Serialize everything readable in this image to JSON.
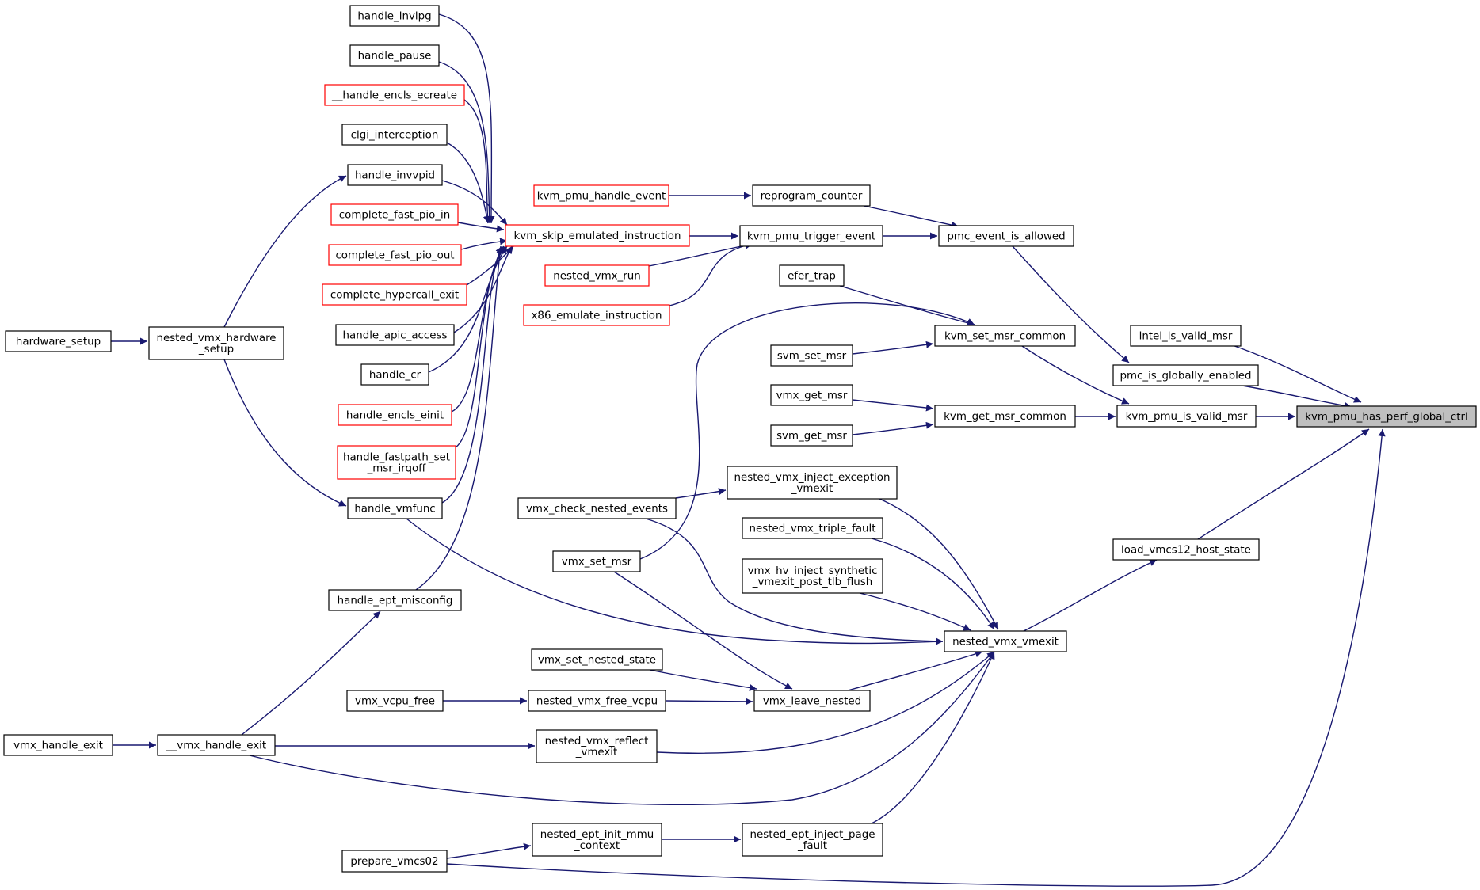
{
  "title": "",
  "colors": {
    "edge": "#191970",
    "node_border": "#000000",
    "linked_node_border": "#ff0000",
    "focus_fill": "#bfbfbf"
  },
  "nodes": [
    {
      "id": "kvm_pmu_has_perf_global_ctrl",
      "lines": [
        "kvm_pmu_has_perf_global_ctrl"
      ],
      "style": "focus"
    },
    {
      "id": "intel_is_valid_msr",
      "lines": [
        "intel_is_valid_msr"
      ],
      "style": "normal"
    },
    {
      "id": "pmc_is_globally_enabled",
      "lines": [
        "pmc_is_globally_enabled"
      ],
      "style": "normal"
    },
    {
      "id": "kvm_pmu_is_valid_msr",
      "lines": [
        "kvm_pmu_is_valid_msr"
      ],
      "style": "normal"
    },
    {
      "id": "load_vmcs12_host_state",
      "lines": [
        "load_vmcs12_host_state"
      ],
      "style": "normal"
    },
    {
      "id": "pmc_event_is_allowed",
      "lines": [
        "pmc_event_is_allowed"
      ],
      "style": "normal"
    },
    {
      "id": "kvm_get_msr_common",
      "lines": [
        "kvm_get_msr_common"
      ],
      "style": "normal"
    },
    {
      "id": "kvm_set_msr_common",
      "lines": [
        "kvm_set_msr_common"
      ],
      "style": "normal"
    },
    {
      "id": "nested_vmx_vmexit",
      "lines": [
        "nested_vmx_vmexit"
      ],
      "style": "normal"
    },
    {
      "id": "reprogram_counter",
      "lines": [
        "reprogram_counter"
      ],
      "style": "normal"
    },
    {
      "id": "kvm_pmu_trigger_event",
      "lines": [
        "kvm_pmu_trigger_event"
      ],
      "style": "normal"
    },
    {
      "id": "efer_trap",
      "lines": [
        "efer_trap"
      ],
      "style": "normal"
    },
    {
      "id": "svm_set_msr",
      "lines": [
        "svm_set_msr"
      ],
      "style": "normal"
    },
    {
      "id": "vmx_get_msr",
      "lines": [
        "vmx_get_msr"
      ],
      "style": "normal"
    },
    {
      "id": "svm_get_msr",
      "lines": [
        "svm_get_msr"
      ],
      "style": "normal"
    },
    {
      "id": "nested_vmx_inject_exception_vmexit",
      "lines": [
        "nested_vmx_inject_exception",
        "_vmexit"
      ],
      "style": "normal"
    },
    {
      "id": "nested_vmx_triple_fault",
      "lines": [
        "nested_vmx_triple_fault"
      ],
      "style": "normal"
    },
    {
      "id": "vmx_hv_inject_synthetic_vmexit_post_tlb_flush",
      "lines": [
        "vmx_hv_inject_synthetic",
        "_vmexit_post_tlb_flush"
      ],
      "style": "normal"
    },
    {
      "id": "vmx_leave_nested",
      "lines": [
        "vmx_leave_nested"
      ],
      "style": "normal"
    },
    {
      "id": "nested_ept_inject_page_fault",
      "lines": [
        "nested_ept_inject_page",
        "_fault"
      ],
      "style": "normal"
    },
    {
      "id": "kvm_pmu_handle_event",
      "lines": [
        "kvm_pmu_handle_event"
      ],
      "style": "red"
    },
    {
      "id": "kvm_skip_emulated_instruction",
      "lines": [
        "kvm_skip_emulated_instruction"
      ],
      "style": "red"
    },
    {
      "id": "nested_vmx_run",
      "lines": [
        "nested_vmx_run"
      ],
      "style": "red"
    },
    {
      "id": "x86_emulate_instruction",
      "lines": [
        "x86_emulate_instruction"
      ],
      "style": "red"
    },
    {
      "id": "vmx_check_nested_events",
      "lines": [
        "vmx_check_nested_events"
      ],
      "style": "normal"
    },
    {
      "id": "vmx_set_msr",
      "lines": [
        "vmx_set_msr"
      ],
      "style": "normal"
    },
    {
      "id": "vmx_set_nested_state",
      "lines": [
        "vmx_set_nested_state"
      ],
      "style": "normal"
    },
    {
      "id": "nested_vmx_free_vcpu",
      "lines": [
        "nested_vmx_free_vcpu"
      ],
      "style": "normal"
    },
    {
      "id": "nested_vmx_reflect_vmexit",
      "lines": [
        "nested_vmx_reflect",
        "_vmexit"
      ],
      "style": "normal"
    },
    {
      "id": "nested_ept_init_mmu_context",
      "lines": [
        "nested_ept_init_mmu",
        "_context"
      ],
      "style": "normal"
    },
    {
      "id": "handle_invlpg",
      "lines": [
        "handle_invlpg"
      ],
      "style": "normal"
    },
    {
      "id": "handle_pause",
      "lines": [
        "handle_pause"
      ],
      "style": "normal"
    },
    {
      "id": "__handle_encls_ecreate",
      "lines": [
        "__handle_encls_ecreate"
      ],
      "style": "red"
    },
    {
      "id": "clgi_interception",
      "lines": [
        "clgi_interception"
      ],
      "style": "normal"
    },
    {
      "id": "handle_invvpid",
      "lines": [
        "handle_invvpid"
      ],
      "style": "normal"
    },
    {
      "id": "complete_fast_pio_in",
      "lines": [
        "complete_fast_pio_in"
      ],
      "style": "red"
    },
    {
      "id": "complete_fast_pio_out",
      "lines": [
        "complete_fast_pio_out"
      ],
      "style": "red"
    },
    {
      "id": "complete_hypercall_exit",
      "lines": [
        "complete_hypercall_exit"
      ],
      "style": "red"
    },
    {
      "id": "handle_apic_access",
      "lines": [
        "handle_apic_access"
      ],
      "style": "normal"
    },
    {
      "id": "handle_cr",
      "lines": [
        "handle_cr"
      ],
      "style": "normal"
    },
    {
      "id": "handle_encls_einit",
      "lines": [
        "handle_encls_einit"
      ],
      "style": "red"
    },
    {
      "id": "handle_fastpath_set_msr_irqoff",
      "lines": [
        "handle_fastpath_set",
        "_msr_irqoff"
      ],
      "style": "red"
    },
    {
      "id": "handle_vmfunc",
      "lines": [
        "handle_vmfunc"
      ],
      "style": "normal"
    },
    {
      "id": "handle_ept_misconfig",
      "lines": [
        "handle_ept_misconfig"
      ],
      "style": "normal"
    },
    {
      "id": "vmx_vcpu_free",
      "lines": [
        "vmx_vcpu_free"
      ],
      "style": "normal"
    },
    {
      "id": "__vmx_handle_exit",
      "lines": [
        "__vmx_handle_exit"
      ],
      "style": "normal"
    },
    {
      "id": "prepare_vmcs02",
      "lines": [
        "prepare_vmcs02"
      ],
      "style": "normal"
    },
    {
      "id": "nested_vmx_hardware_setup",
      "lines": [
        "nested_vmx_hardware",
        "_setup"
      ],
      "style": "normal"
    },
    {
      "id": "hardware_setup",
      "lines": [
        "hardware_setup"
      ],
      "style": "normal"
    },
    {
      "id": "vmx_handle_exit",
      "lines": [
        "vmx_handle_exit"
      ],
      "style": "normal"
    }
  ],
  "edges": [
    [
      "intel_is_valid_msr",
      "kvm_pmu_has_perf_global_ctrl"
    ],
    [
      "pmc_is_globally_enabled",
      "kvm_pmu_has_perf_global_ctrl"
    ],
    [
      "kvm_pmu_is_valid_msr",
      "kvm_pmu_has_perf_global_ctrl"
    ],
    [
      "load_vmcs12_host_state",
      "kvm_pmu_has_perf_global_ctrl"
    ],
    [
      "prepare_vmcs02",
      "kvm_pmu_has_perf_global_ctrl"
    ],
    [
      "pmc_event_is_allowed",
      "pmc_is_globally_enabled"
    ],
    [
      "kvm_get_msr_common",
      "kvm_pmu_is_valid_msr"
    ],
    [
      "kvm_set_msr_common",
      "kvm_pmu_is_valid_msr"
    ],
    [
      "nested_vmx_vmexit",
      "load_vmcs12_host_state"
    ],
    [
      "reprogram_counter",
      "pmc_event_is_allowed"
    ],
    [
      "kvm_pmu_trigger_event",
      "pmc_event_is_allowed"
    ],
    [
      "kvm_pmu_handle_event",
      "reprogram_counter"
    ],
    [
      "kvm_skip_emulated_instruction",
      "kvm_pmu_trigger_event"
    ],
    [
      "nested_vmx_run",
      "kvm_pmu_trigger_event"
    ],
    [
      "x86_emulate_instruction",
      "kvm_pmu_trigger_event"
    ],
    [
      "efer_trap",
      "kvm_set_msr_common"
    ],
    [
      "svm_set_msr",
      "kvm_set_msr_common"
    ],
    [
      "vmx_set_msr",
      "kvm_set_msr_common"
    ],
    [
      "vmx_get_msr",
      "kvm_get_msr_common"
    ],
    [
      "svm_get_msr",
      "kvm_get_msr_common"
    ],
    [
      "nested_vmx_inject_exception_vmexit",
      "nested_vmx_vmexit"
    ],
    [
      "nested_vmx_triple_fault",
      "nested_vmx_vmexit"
    ],
    [
      "vmx_hv_inject_synthetic_vmexit_post_tlb_flush",
      "nested_vmx_vmexit"
    ],
    [
      "vmx_leave_nested",
      "nested_vmx_vmexit"
    ],
    [
      "nested_ept_inject_page_fault",
      "nested_vmx_vmexit"
    ],
    [
      "vmx_check_nested_events",
      "nested_vmx_vmexit"
    ],
    [
      "vmx_check_nested_events",
      "nested_vmx_inject_exception_vmexit"
    ],
    [
      "nested_vmx_reflect_vmexit",
      "nested_vmx_vmexit"
    ],
    [
      "handle_vmfunc",
      "nested_vmx_vmexit"
    ],
    [
      "__vmx_handle_exit",
      "nested_vmx_vmexit"
    ],
    [
      "vmx_set_msr",
      "vmx_leave_nested"
    ],
    [
      "vmx_set_nested_state",
      "vmx_leave_nested"
    ],
    [
      "nested_vmx_free_vcpu",
      "vmx_leave_nested"
    ],
    [
      "vmx_vcpu_free",
      "nested_vmx_free_vcpu"
    ],
    [
      "nested_ept_init_mmu_context",
      "nested_ept_inject_page_fault"
    ],
    [
      "prepare_vmcs02",
      "nested_ept_init_mmu_context"
    ],
    [
      "__vmx_handle_exit",
      "nested_vmx_reflect_vmexit"
    ],
    [
      "__vmx_handle_exit",
      "handle_ept_misconfig"
    ],
    [
      "vmx_handle_exit",
      "__vmx_handle_exit"
    ],
    [
      "handle_invlpg",
      "kvm_skip_emulated_instruction"
    ],
    [
      "handle_pause",
      "kvm_skip_emulated_instruction"
    ],
    [
      "__handle_encls_ecreate",
      "kvm_skip_emulated_instruction"
    ],
    [
      "clgi_interception",
      "kvm_skip_emulated_instruction"
    ],
    [
      "handle_invvpid",
      "kvm_skip_emulated_instruction"
    ],
    [
      "complete_fast_pio_in",
      "kvm_skip_emulated_instruction"
    ],
    [
      "complete_fast_pio_out",
      "kvm_skip_emulated_instruction"
    ],
    [
      "complete_hypercall_exit",
      "kvm_skip_emulated_instruction"
    ],
    [
      "handle_apic_access",
      "kvm_skip_emulated_instruction"
    ],
    [
      "handle_cr",
      "kvm_skip_emulated_instruction"
    ],
    [
      "handle_encls_einit",
      "kvm_skip_emulated_instruction"
    ],
    [
      "handle_fastpath_set_msr_irqoff",
      "kvm_skip_emulated_instruction"
    ],
    [
      "handle_vmfunc",
      "kvm_skip_emulated_instruction"
    ],
    [
      "handle_ept_misconfig",
      "kvm_skip_emulated_instruction"
    ],
    [
      "nested_vmx_hardware_setup",
      "handle_invvpid"
    ],
    [
      "nested_vmx_hardware_setup",
      "handle_vmfunc"
    ],
    [
      "hardware_setup",
      "nested_vmx_hardware_setup"
    ]
  ]
}
